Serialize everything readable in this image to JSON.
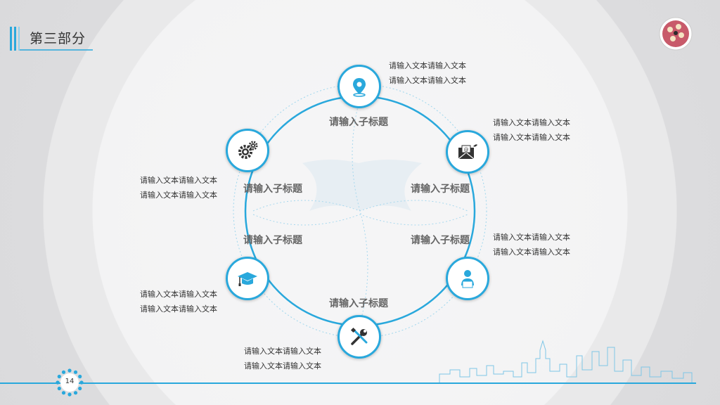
{
  "header": {
    "title": "第三部分"
  },
  "page": {
    "number": "14"
  },
  "subtitles": [
    "请输入子标题",
    "请输入子标题",
    "请输入子标题",
    "请输入子标题",
    "请输入子标题",
    "请输入子标题"
  ],
  "descriptions": [
    [
      "请输入文本请输入文本",
      "请输入文本请输入文本"
    ],
    [
      "请输入文本请输入文本",
      "请输入文本请输入文本"
    ],
    [
      "请输入文本请输入文本",
      "请输入文本请输入文本"
    ],
    [
      "请输入文本请输入文本",
      "请输入文本请输入文本"
    ],
    [
      "请输入文本请输入文本",
      "请输入文本请输入文本"
    ],
    [
      "请输入文本请输入文本",
      "请输入文本请输入文本"
    ]
  ],
  "icons": [
    "location-pin-icon",
    "email-icon",
    "user-laptop-icon",
    "tools-icon",
    "graduation-cap-icon",
    "gears-icon"
  ],
  "colors": {
    "accent": "#29a8dc",
    "text": "#333333",
    "subtitle": "#666666"
  }
}
